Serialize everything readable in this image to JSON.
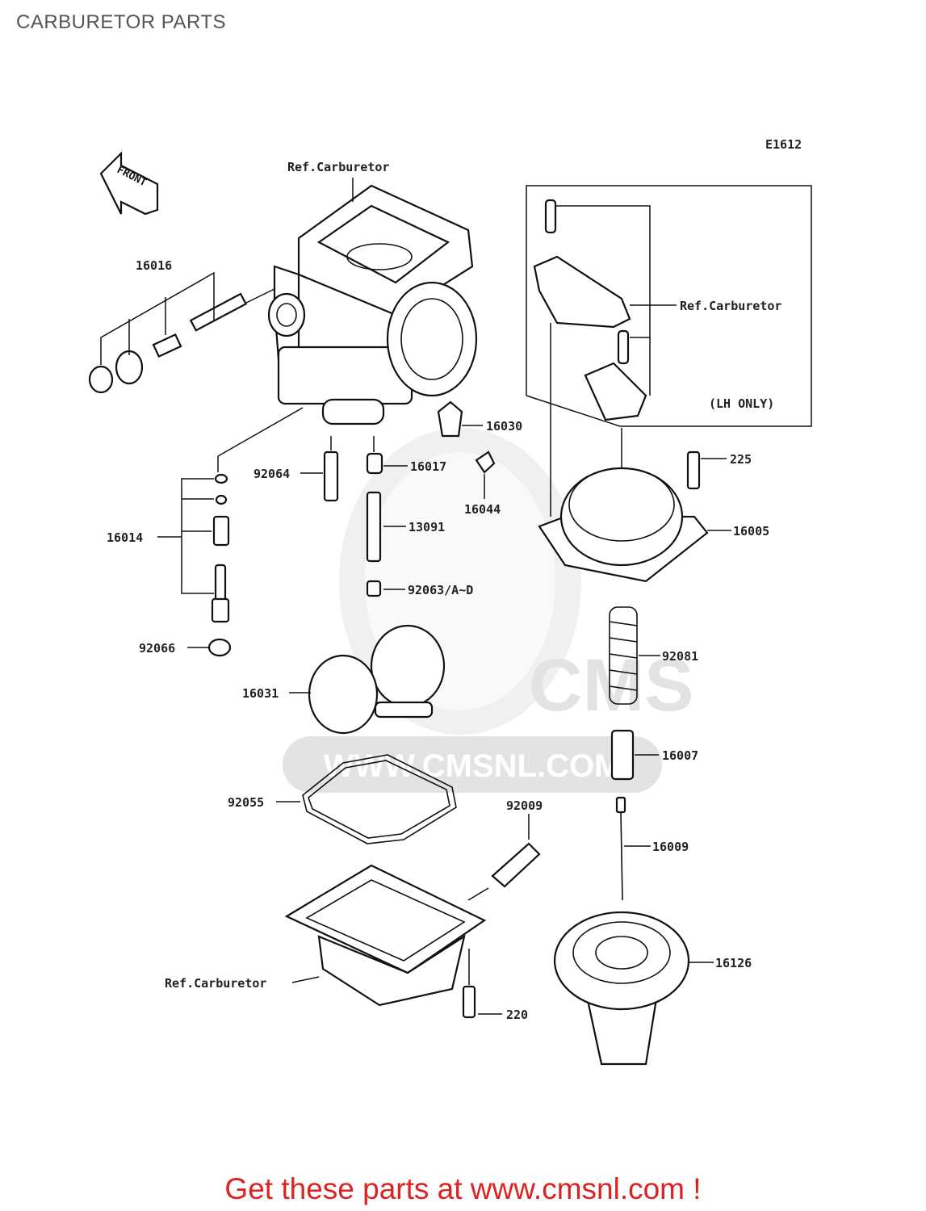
{
  "header": {
    "title": "CARBURETOR PARTS"
  },
  "diagram": {
    "figure_code": "E1612",
    "front_label": "FRONT",
    "note_lh_only": "(LH ONLY)",
    "ref_labels": [
      "Ref.Carburetor",
      "Ref.Carburetor",
      "Ref.Carburetor"
    ],
    "callouts": [
      "16016",
      "16014",
      "92066",
      "92064",
      "16017",
      "13091",
      "92063/A~D",
      "16030",
      "16044",
      "225",
      "16005",
      "92081",
      "16007",
      "16009",
      "16126",
      "16031",
      "92055",
      "92009",
      "220"
    ]
  },
  "watermark": {
    "brand": "CMS",
    "url": "WWW.CMSNL.COM"
  },
  "footer": {
    "cta": "Get these parts at www.cmsnl.com !",
    "cta_color": "#dd2222"
  }
}
